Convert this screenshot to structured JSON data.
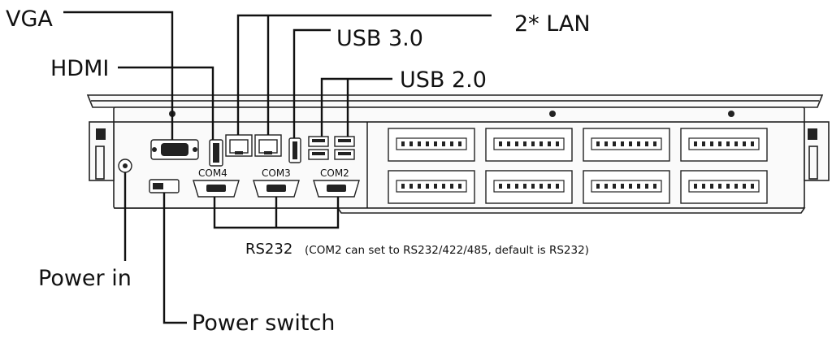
{
  "labels": {
    "vga": "VGA",
    "hdmi": "HDMI",
    "lan": "2* LAN",
    "usb3": "USB 3.0",
    "usb2": "USB 2.0",
    "power_in": "Power in",
    "power_switch": "Power switch",
    "rs232": "RS232",
    "rs232_note": "(COM2 can set to RS232/422/485, default is RS232)"
  },
  "com_ports": [
    "COM4",
    "COM3",
    "COM2"
  ]
}
